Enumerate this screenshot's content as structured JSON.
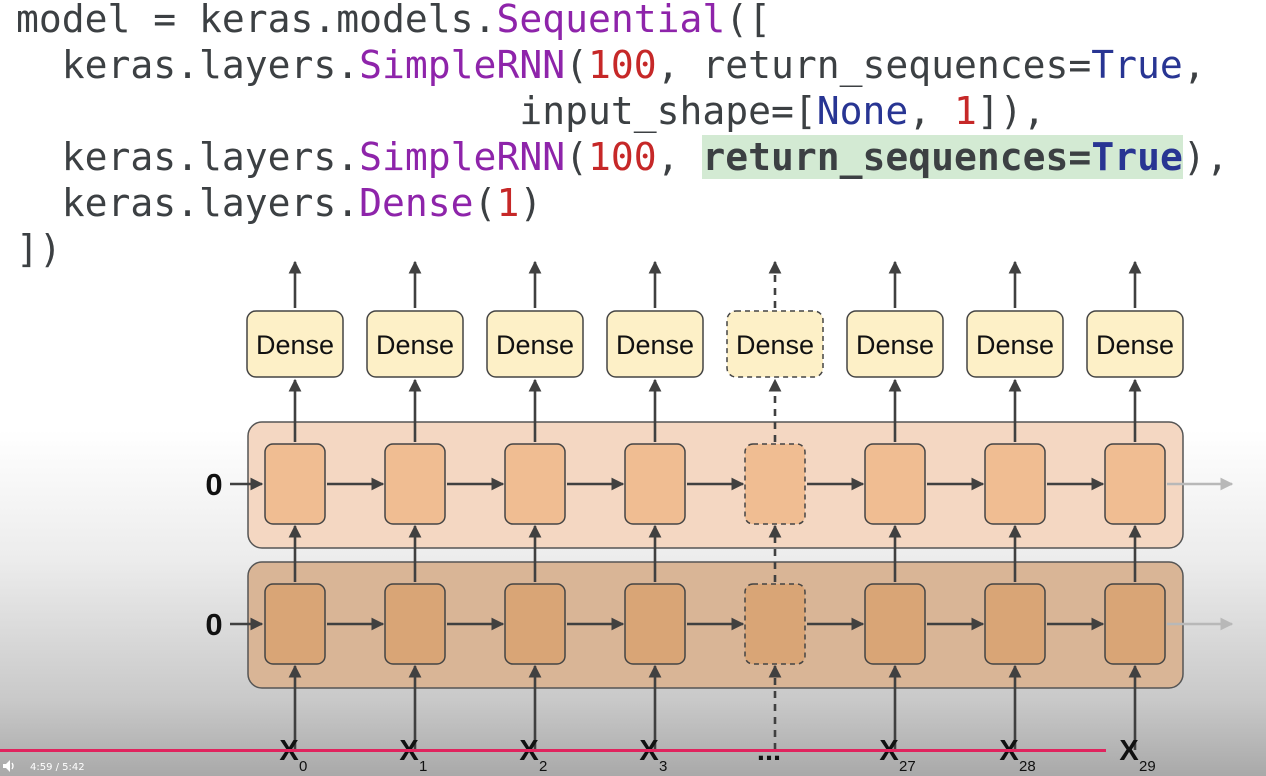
{
  "code": {
    "line1": {
      "a": "model = keras.models.",
      "b": "Sequential",
      "c": "(["
    },
    "line2": {
      "a": "  keras.layers.",
      "b": "SimpleRNN",
      "c": "(",
      "d": "100",
      "e": ", return_sequences=",
      "f": "True",
      "g": ","
    },
    "line3": {
      "a": "                      input_shape=[",
      "b": "None",
      "c": ", ",
      "d": "1",
      "e": "]),"
    },
    "line4": {
      "a": "  keras.layers.",
      "b": "SimpleRNN",
      "c": "(",
      "d": "100",
      "e": ", ",
      "f": "return_sequences=",
      "g": "True",
      "h": "),"
    },
    "line5": {
      "a": "  keras.layers.",
      "b": "Dense",
      "c": "(",
      "d": "1",
      "e": ")"
    },
    "line6": "])"
  },
  "diagram": {
    "dense_label": "Dense",
    "initial_state": "0",
    "inputs": [
      {
        "base": "X",
        "sub": "0"
      },
      {
        "base": "X",
        "sub": "1"
      },
      {
        "base": "X",
        "sub": "2"
      },
      {
        "base": "X",
        "sub": "3"
      },
      {
        "base": "...",
        "sub": ""
      },
      {
        "base": "X",
        "sub": "27"
      },
      {
        "base": "X",
        "sub": "28"
      },
      {
        "base": "X",
        "sub": "29"
      }
    ],
    "colors": {
      "dense_fill": "#fdf0c7",
      "top_layer_band": "#f4d7c2",
      "top_cell": "#f0bd92",
      "bottom_layer_band": "#d9b596",
      "bottom_cell": "#d9a576",
      "arrow": "#404040",
      "code_keyword": "#8e24aa",
      "code_number": "#c62828",
      "code_bool": "#283593",
      "highlight": "#d3ead3"
    }
  },
  "player": {
    "time": "4:59 / 5:42",
    "progress": 0.874,
    "accent": "#e0245e"
  }
}
